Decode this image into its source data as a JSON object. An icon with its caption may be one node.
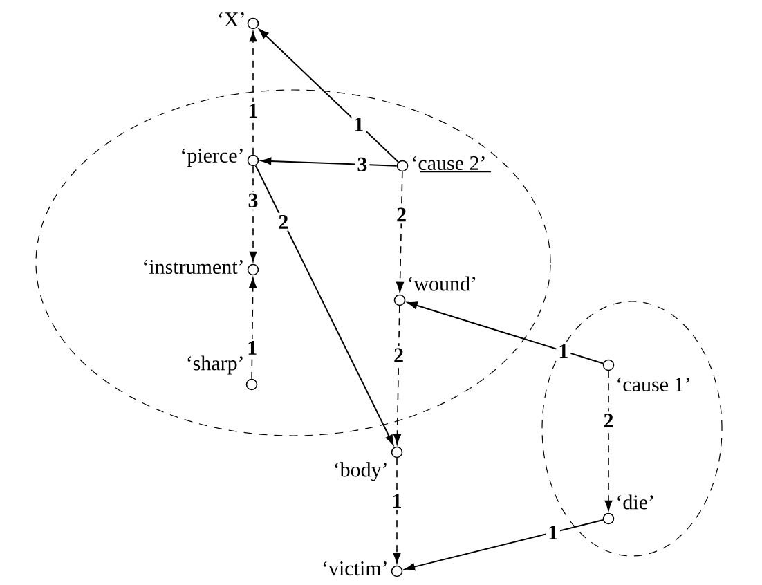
{
  "diagram": {
    "nodes": [
      {
        "text": [],
        "shape": "circle",
        "beside": [
          "‘X’"
        ]
      },
      {
        "text": [],
        "shape": "ellipse"
      },
      {
        "text": [],
        "shape": "circle",
        "beside": [
          "‘pierce’"
        ],
        "in": 1
      },
      {
        "text": [],
        "shape": "circle",
        "beside": [
          "‘cause 2’"
        ],
        "in": 1
      },
      {
        "text": [],
        "shape": "circle",
        "beside": [
          "‘instrument’"
        ],
        "in": 1
      },
      {
        "text": [],
        "shape": "circle",
        "beside": [
          "‘wound’"
        ],
        "in": 1
      },
      {
        "text": [],
        "shape": "circle",
        "beside": [
          "‘sharp’"
        ],
        "in": 1
      },
      {
        "text": [],
        "shape": "ellipse"
      },
      {
        "text": [],
        "shape": "circle",
        "beside": [
          "‘cause 1’"
        ],
        "in": 7
      },
      {
        "text": [],
        "shape": "circle",
        "beside": [
          "‘body’"
        ]
      },
      {
        "text": [],
        "shape": "circle",
        "beside": [
          "‘die’"
        ],
        "in": 7
      },
      {
        "text": [],
        "shape": "circle",
        "beside": [
          "‘victim’"
        ]
      }
    ],
    "edges": [
      {
        "from": 2,
        "to": 0,
        "arrow": "to",
        "label": "1",
        "style": "dashed"
      },
      {
        "from": 3,
        "to": 0,
        "arrow": "to",
        "label": "1"
      },
      {
        "from": 3,
        "to": 2,
        "arrow": "to",
        "label": "3"
      },
      {
        "from": 2,
        "to": 4,
        "arrow": "to",
        "label": "3",
        "style": "dashed"
      },
      {
        "from": 2,
        "to": 9,
        "arrow": "to",
        "label": "2"
      },
      {
        "from": 3,
        "to": 5,
        "arrow": "to",
        "label": "2",
        "style": "dashed"
      },
      {
        "from": 6,
        "to": 4,
        "arrow": "to",
        "label": "1",
        "style": "dashed"
      },
      {
        "from": 8,
        "to": 5,
        "arrow": "to",
        "label": "1"
      },
      {
        "from": 5,
        "to": 9,
        "arrow": "to",
        "label": "2",
        "style": "dashed"
      },
      {
        "from": 8,
        "to": 10,
        "arrow": "to",
        "label": "2",
        "style": "dashed"
      },
      {
        "from": 9,
        "to": 11,
        "arrow": "to",
        "label": "1",
        "style": "dashed"
      },
      {
        "from": 10,
        "to": 11,
        "arrow": "to",
        "label": "1"
      }
    ]
  }
}
